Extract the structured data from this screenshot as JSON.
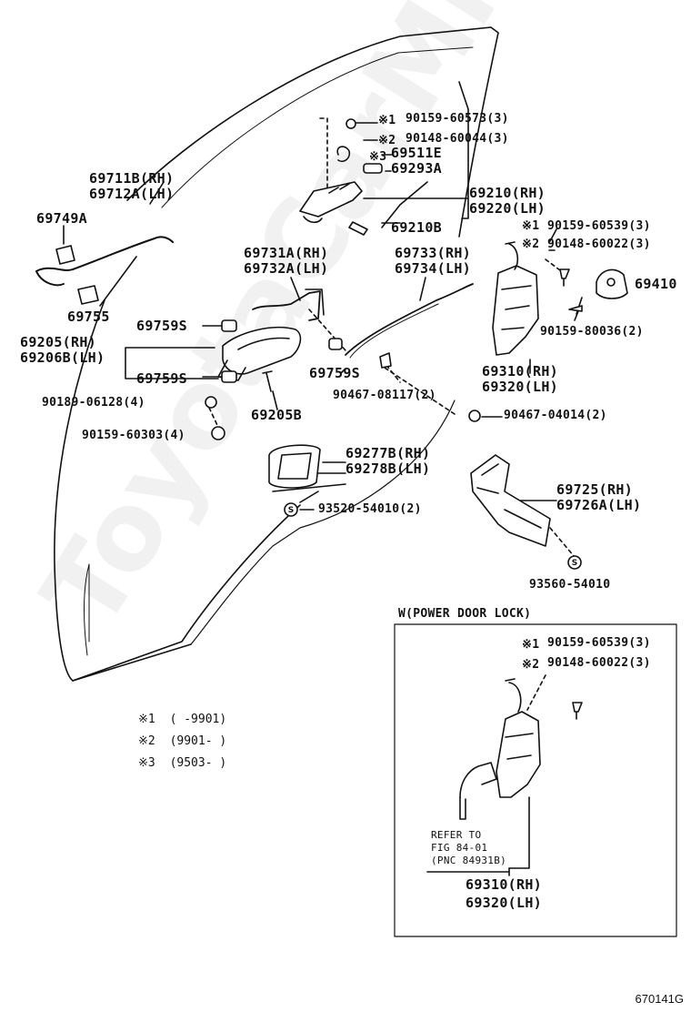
{
  "watermark": "ToyotaCarMir.ru",
  "figure_number": "670141G",
  "labels": {
    "p69711": "69711B(RH)",
    "p69712": "69712A(LH)",
    "p69749": "69749A",
    "p69755": "69755",
    "p69205rh": "69205(RH)",
    "p69206lh": "69206B(LH)",
    "p69759s_1": "69759S",
    "p69759s_2": "69759S",
    "p69759s_3": "69759S",
    "p90189": "90189-06128(4)",
    "p90159_303": "90159-60303(4)",
    "p69205b": "69205B",
    "p69731": "69731A(RH)",
    "p69732": "69732A(LH)",
    "p69733": "69733(RH)",
    "p69734": "69734(LH)",
    "p90467_08117": "90467-08117(2)",
    "p90467_04014": "90467-04014(2)",
    "p69277": "69277B(RH)",
    "p69278": "69278B(LH)",
    "p93520": "93520-54010(2)",
    "p69725": "69725(RH)",
    "p69726": "69726A(LH)",
    "p93560": "93560-54010",
    "p90159_573": "90159-60573(3)",
    "p90148_044": "90148-60044(3)",
    "p69511": "69511E",
    "p69293": "69293A",
    "p69210rh": "69210(RH)",
    "p69220lh": "69220(LH)",
    "p69210b": "69210B",
    "p90159_539": "90159-60539(3)",
    "p90148_022": "90148-60022(3)",
    "p69410": "69410",
    "p90159_80036": "90159-80036(2)",
    "p69310rh": "69310(RH)",
    "p69320lh": "69320(LH)",
    "mark1": "※1",
    "mark2": "※2",
    "mark3": "※3",
    "s_mark": "S"
  },
  "notes": [
    {
      "mark": "※1",
      "text": "(      -9901)"
    },
    {
      "mark": "※2",
      "text": "(9901-      )"
    },
    {
      "mark": "※3",
      "text": "(9503-      )"
    }
  ],
  "inset": {
    "title": "W(POWER DOOR LOCK)",
    "p90159_539": "90159-60539(3)",
    "p90148_022": "90148-60022(3)",
    "refer1": "REFER TO",
    "refer2": "FIG  84-01",
    "refer3": "(PNC 84931B)",
    "p69310rh": "69310(RH)",
    "p69320lh": "69320(LH)"
  }
}
